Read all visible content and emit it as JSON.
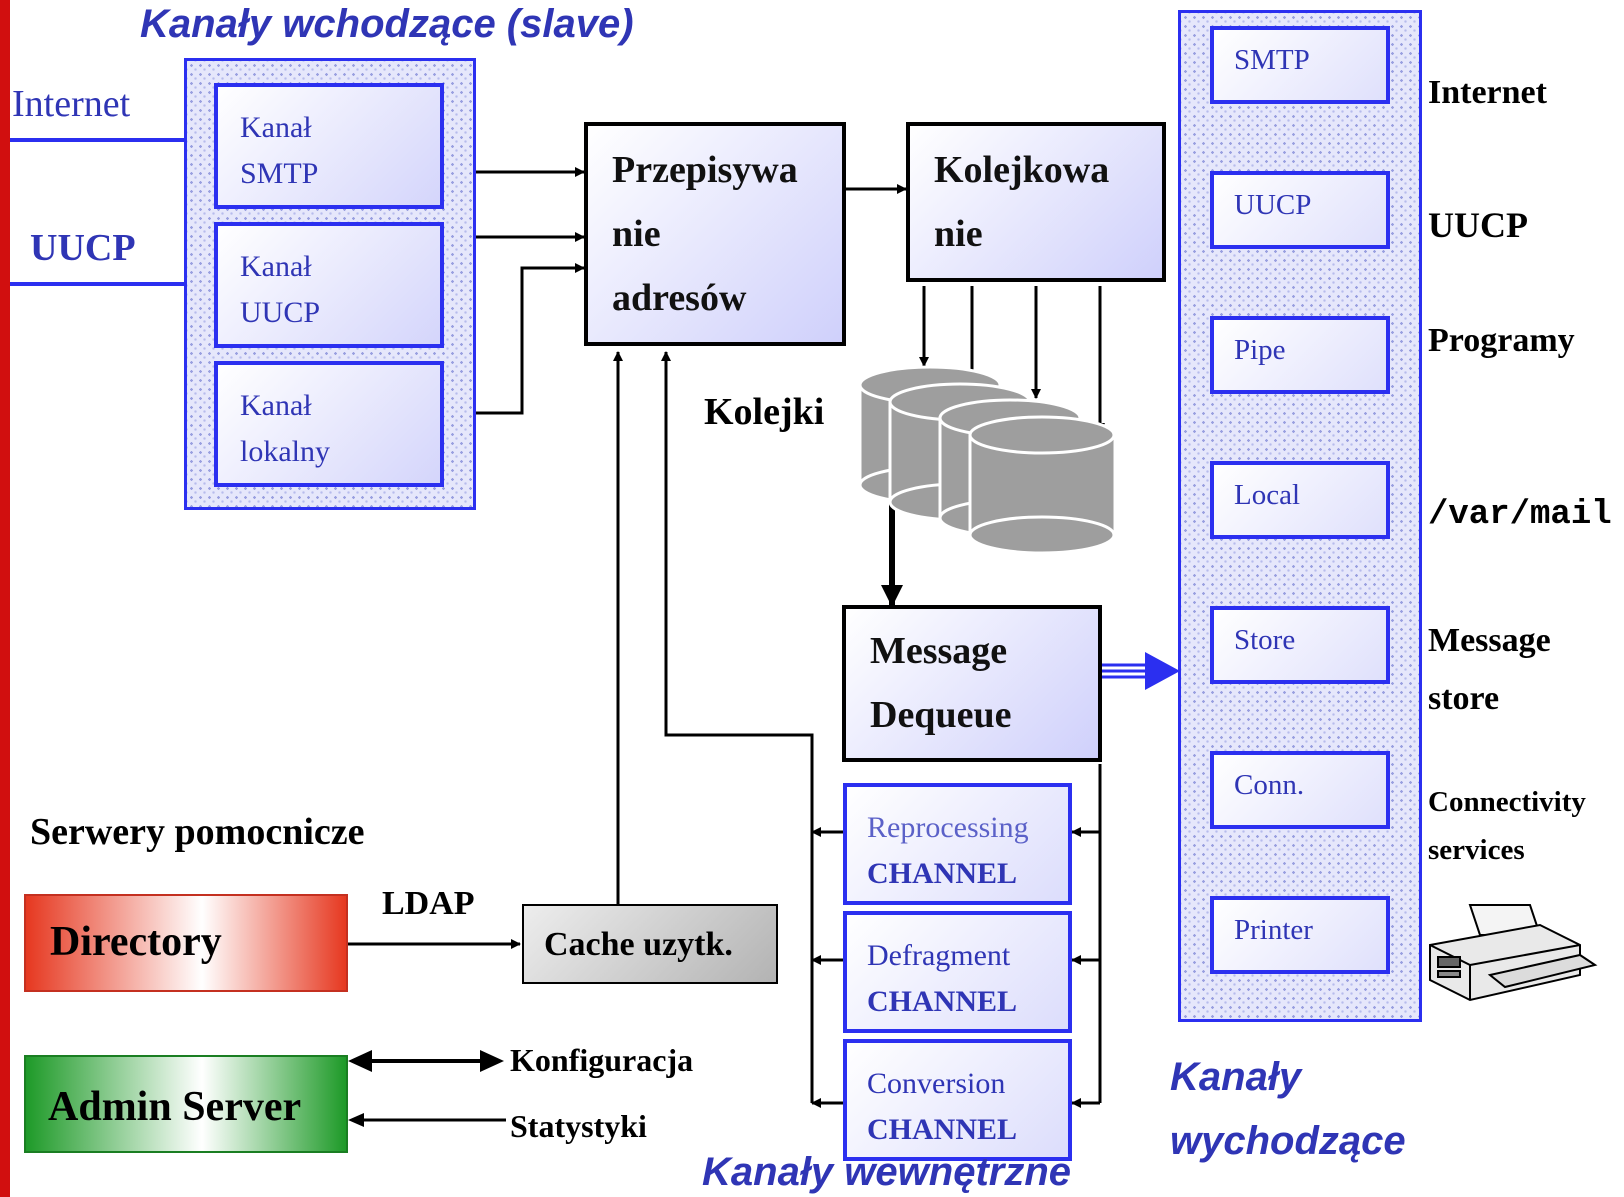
{
  "inbound": {
    "title": "Kanały wchodzące (slave)",
    "sources": [
      "Internet",
      "UUCP"
    ],
    "channels": [
      {
        "line1": "Kanał",
        "line2": "SMTP"
      },
      {
        "line1": "Kanał",
        "line2": "UUCP"
      },
      {
        "line1": "Kanał",
        "line2": "lokalny"
      }
    ]
  },
  "rewriter": {
    "lines": [
      "Przepisywa",
      "nie",
      "adresów"
    ]
  },
  "enqueue": {
    "lines": [
      "Kolejkowa",
      "nie"
    ]
  },
  "queues_label": "Kolejki",
  "dequeue": {
    "lines": [
      "Message",
      "Dequeue"
    ]
  },
  "internal": {
    "title": "Kanały wewnętrzne",
    "channels": [
      {
        "line1": "Reprocessing",
        "line2": "CHANNEL"
      },
      {
        "line1": "Defragment",
        "line2": "CHANNEL"
      },
      {
        "line1": "Conversion",
        "line2": "CHANNEL"
      }
    ]
  },
  "outbound": {
    "title_line1": "Kanały",
    "title_line2": "wychodzące",
    "channels": [
      {
        "name": "SMTP",
        "target": "Internet"
      },
      {
        "name": "UUCP",
        "target": "UUCP"
      },
      {
        "name": "Pipe",
        "target": "Programy"
      },
      {
        "name": "Local",
        "target": "/var/mail"
      },
      {
        "name": "Store",
        "target": "Message",
        "target2": "store"
      },
      {
        "name": "Conn.",
        "target": "Connectivity",
        "target2": "services"
      },
      {
        "name": "Printer",
        "target": ""
      }
    ]
  },
  "aux": {
    "title": "Serwery pomocnicze",
    "directory": "Directory",
    "ldap": "LDAP",
    "cache": "Cache uzytk.",
    "admin": "Admin Server",
    "config": "Konfiguracja",
    "stats": "Statystyki"
  },
  "colors": {
    "accent": "#2b2ff0",
    "title": "#2f35b5",
    "directory": "#e53a22",
    "admin": "#1f9a2a",
    "side_bar": "#d10f0f"
  }
}
